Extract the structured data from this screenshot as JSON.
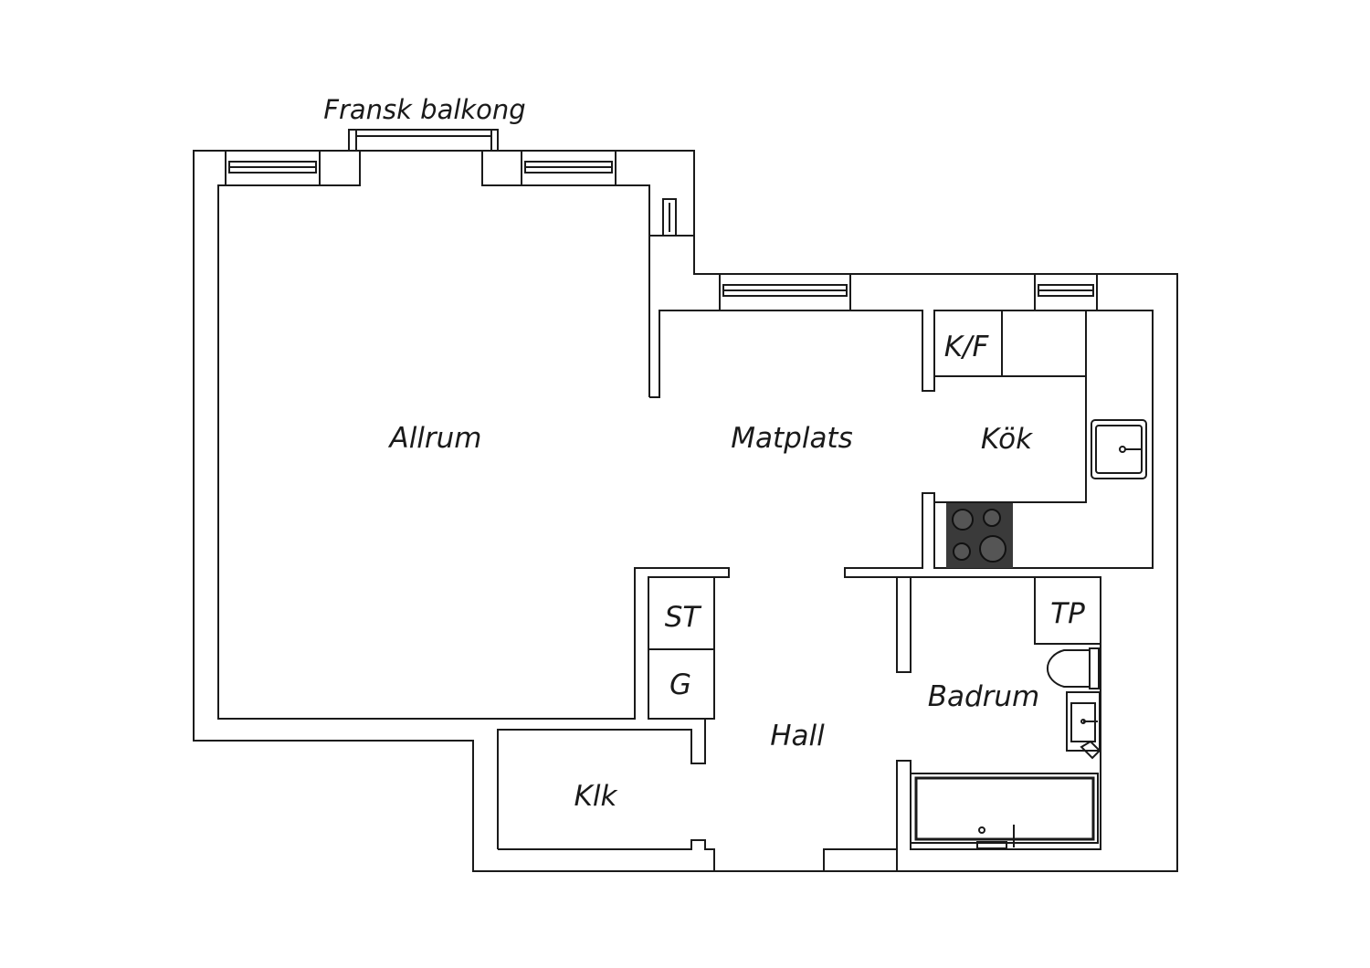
{
  "plan": {
    "balcony_label": "Fransk balkong",
    "rooms": {
      "allrum": "Allrum",
      "matplats": "Matplats",
      "kok": "Kök",
      "kf": "K/F",
      "st": "ST",
      "g": "G",
      "hall": "Hall",
      "badrum": "Badrum",
      "tp": "TP",
      "klk": "Klk"
    },
    "colors": {
      "line": "#1a1a1a",
      "background": "#ffffff",
      "stove": "#3a3a3a"
    }
  }
}
